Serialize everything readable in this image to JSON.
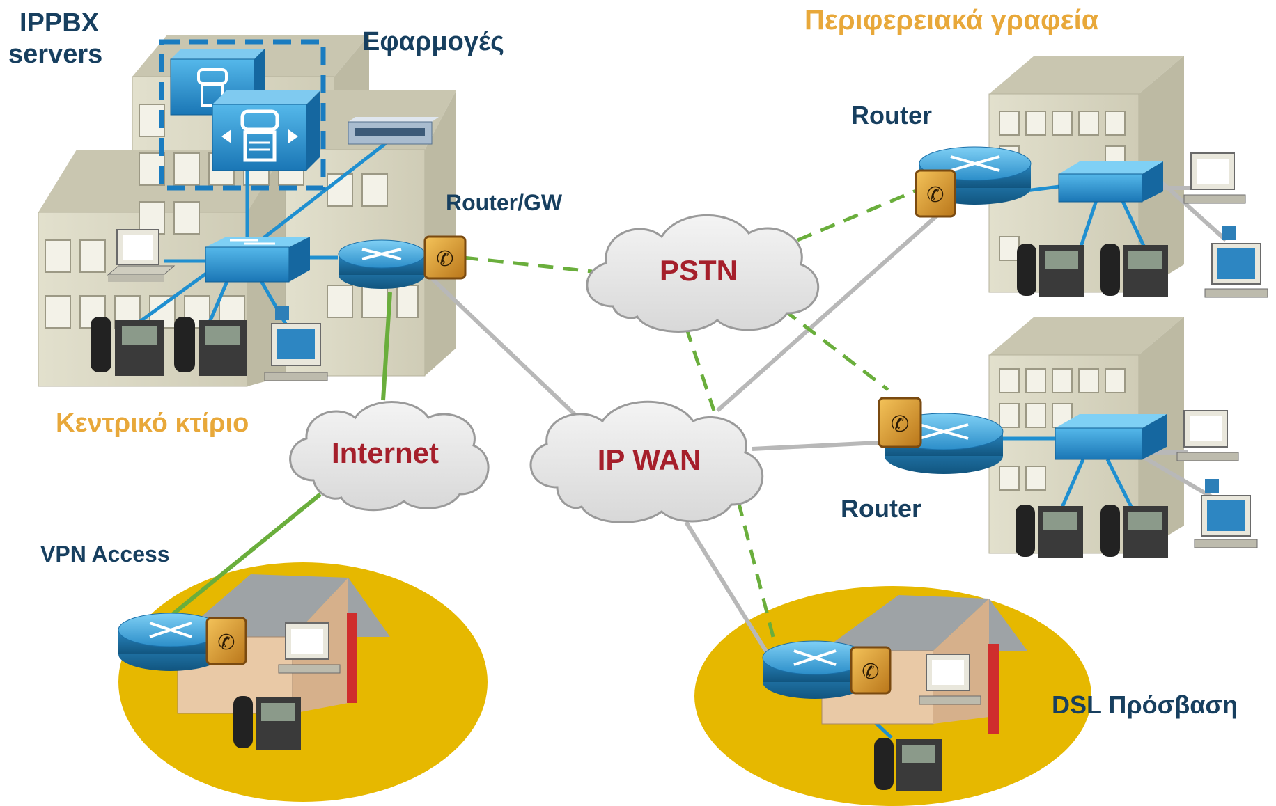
{
  "labels": {
    "ippbx_servers_line1": "IPPBX",
    "ippbx_servers_line2": "servers",
    "applications": "Εφαρμογές",
    "branch_offices": "Περιφερειακά γραφεία",
    "router_gw": "Router/GW",
    "router_top": "Router",
    "router_mid": "Router",
    "central_building": "Κεντρικό κτίριο",
    "vpn_access": "VPN Access",
    "dsl_access": "DSL Πρόσβαση"
  },
  "clouds": {
    "pstn": "PSTN",
    "internet": "Internet",
    "ip_wan": "IP WAN"
  },
  "colors": {
    "dark_label": "#173f5f",
    "orange_label": "#e8a83a",
    "cloud_text": "#a51f2b",
    "lan_link": "#1f8fd0",
    "wan_link": "#b8b8b8",
    "pstn_link": "#6aae3c",
    "vpn_link": "#6aae3c",
    "router_blue": "#2a8cc8",
    "site_ellipse": "#e6b800",
    "building_beige": "#d8d6c2"
  }
}
